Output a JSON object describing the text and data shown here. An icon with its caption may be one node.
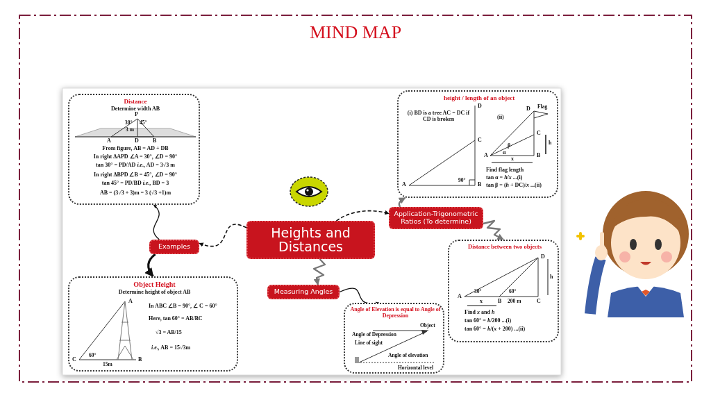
{
  "diagram": {
    "title": "MIND MAP",
    "nodes": [
      {
        "text": [
          "Heights and Distances"
        ]
      },
      {
        "text": [
          "Application-Trigonometric Ratios (To determine)"
        ]
      },
      {
        "text": [
          "Examples"
        ]
      },
      {
        "text": [
          "Measuring Angles"
        ]
      },
      {
        "text": [
          "Distance",
          "Determine width AB",
          "From figure, AB = AD + DB",
          "In right ΔAPD ∠A = 30°, ∠D = 90°",
          "tan 30° = PD/AD *i.e.,* AD = 3√3 m",
          "In right ΔBPD ∠B = 45°, ∠D = 90°",
          "tan 45° = PD/BD *i.e.,* BD = 3",
          "AB = (3√3 + 3)m = 3 (√3 +1)m"
        ]
      },
      {
        "text": [
          "height / length of an object",
          "(i) BD is a tree AC = DC if CD is broken",
          "(ii)",
          "Find flag length",
          "tan α = *h*/*x* ...(i)",
          "tan β = (*h* + DC)/*x* ...(ii)"
        ]
      },
      {
        "text": [
          "Object Height",
          "Determine height of object AB",
          "In ABC ∠B = 90°, ∠ C = 60°",
          "Here, tan 60° = AB/BC",
          "√3 = AB/15",
          "*i.e.,* AB = 15√3m"
        ]
      },
      {
        "text": [
          "Distance between two objects",
          "Find *x* and *h*",
          "tan 60° = *h*/200 ...(i)",
          "tan 60° = *h*/(*x* + 200) ...(ii)"
        ]
      },
      {
        "text": [
          "Angle of Elevation is equal to Angle of Depression"
        ]
      }
    ],
    "edges": [
      {
        "from": 0,
        "to": 1,
        "arrow": "to",
        "style": "dashed"
      },
      {
        "from": 0,
        "to": 2,
        "arrow": "to",
        "style": "dashed"
      },
      {
        "from": 1,
        "to": 5,
        "arrow": "to",
        "color": "#777777"
      },
      {
        "from": 1,
        "to": 7,
        "arrow": "to",
        "color": "#777777"
      },
      {
        "from": 2,
        "to": 4,
        "arrow": "to"
      },
      {
        "from": 2,
        "to": 6,
        "arrow": "to",
        "style": "thick"
      },
      {
        "from": 0,
        "to": 3,
        "arrow": "to",
        "color": "#777777"
      },
      {
        "from": 3,
        "to": 8,
        "arrow": "to"
      }
    ],
    "labels": [
      "P",
      "30°",
      "45°",
      "3 m",
      "A",
      "D",
      "B",
      "D",
      "C",
      "A",
      "90°",
      "B",
      "D",
      "Flag",
      "C",
      "α",
      "β",
      "h",
      "A",
      "x",
      "B",
      "A",
      "60°",
      "C",
      "15m",
      "B",
      "D",
      "h",
      "30°",
      "60°",
      "A",
      "x",
      "B",
      "200 m",
      "C",
      "Object",
      "Angle of Depression",
      "Line of sight",
      "Angle of elevation",
      "Horizontal level"
    ]
  }
}
